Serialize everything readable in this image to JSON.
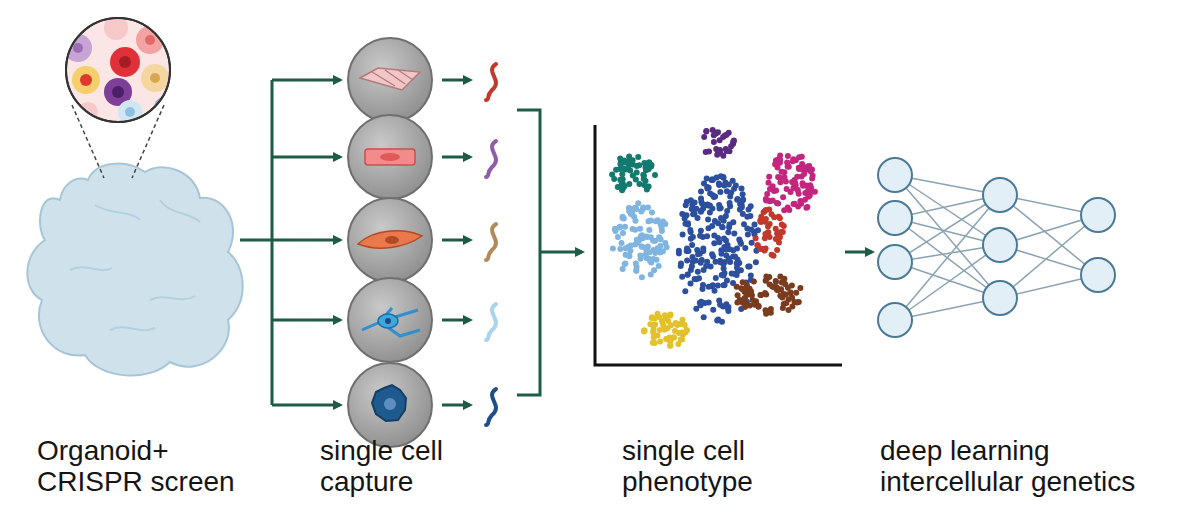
{
  "diagram": {
    "labels": [
      "Organoid+ CRISPR screen",
      "single cell capture",
      "single cell phenotype",
      "deep learning intercellular genetics"
    ]
  }
}
